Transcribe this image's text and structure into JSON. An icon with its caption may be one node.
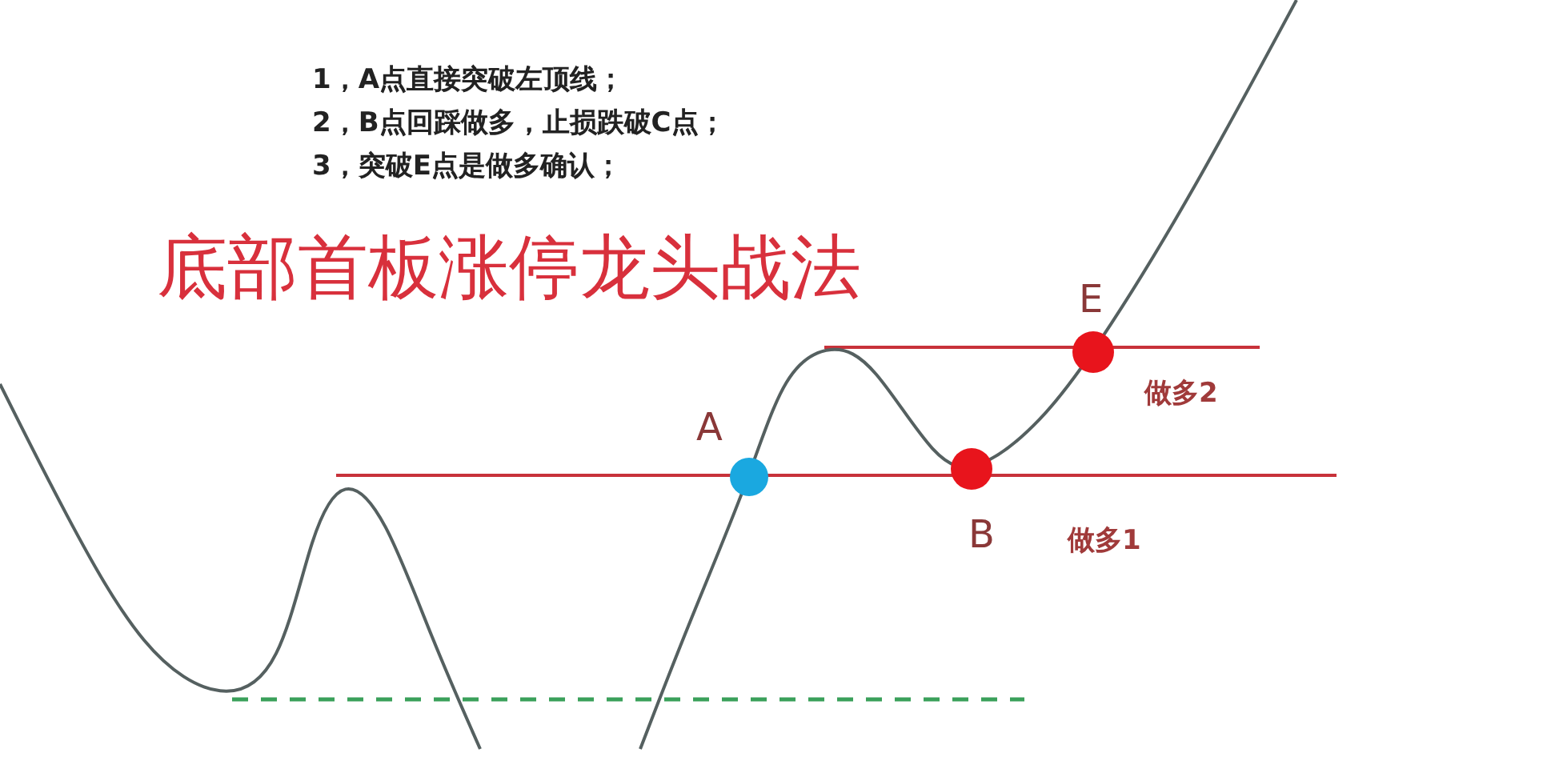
{
  "diagram": {
    "title": "底部首板涨停龙头战法",
    "nodes": [
      {
        "text": [],
        "shape": "circle",
        "beside": [
          "A"
        ]
      },
      {
        "text": [],
        "shape": "circle",
        "beside": [
          "B"
        ]
      },
      {
        "text": [],
        "shape": "circle",
        "beside": [
          "E"
        ]
      }
    ],
    "labels": [
      "1，A点直接突破左顶线；",
      "2，B点回踩做多，止损跌破C点；",
      "3，突破E点是做多确认；",
      "做多1",
      "做多2"
    ]
  }
}
